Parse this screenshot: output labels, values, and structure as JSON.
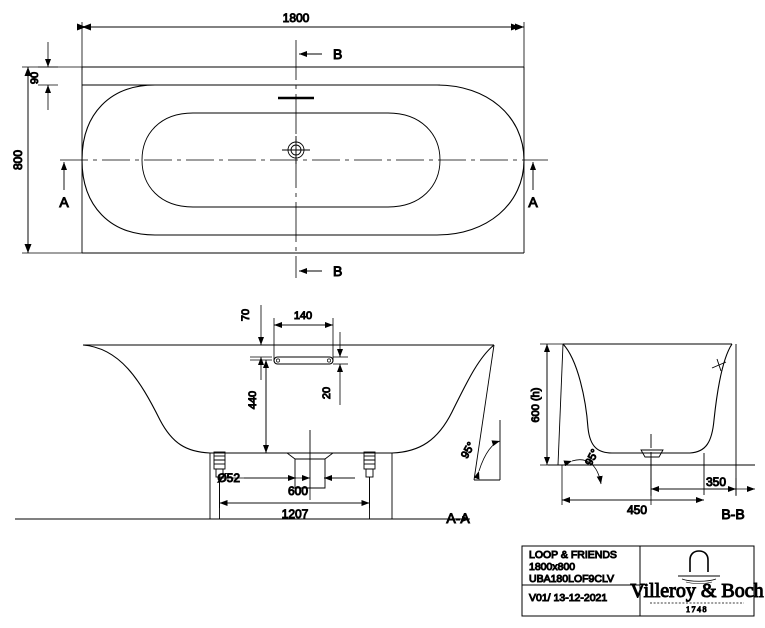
{
  "drawing": {
    "type": "technical-drawing",
    "subject": "bathtub",
    "product": "LOOP & FRIENDS",
    "views": [
      {
        "name": "plan-view",
        "label": ""
      },
      {
        "name": "section-a-a",
        "label": "A-A"
      },
      {
        "name": "section-b-b",
        "label": "B-B"
      }
    ]
  },
  "plan": {
    "dim_width": "1800",
    "dim_height": "800",
    "dim_rim": "90",
    "section_marker_a_left": "A",
    "section_marker_a_right": "A",
    "section_marker_b_top": "B",
    "section_marker_b_bottom": "B"
  },
  "section_aa": {
    "label": "A-A",
    "dim_overflow_top": "70",
    "dim_overflow_width": "140",
    "dim_overflow_height": "20",
    "dim_depth": "440",
    "dim_waste_dia": "Ø52",
    "dim_waste_offset": "600",
    "dim_feet_span": "1207",
    "dim_angle": "95°"
  },
  "section_bb": {
    "label": "B-B",
    "dim_height": "600 (h)",
    "dim_angle": "95°",
    "dim_center": "450",
    "dim_edge": "350"
  },
  "title_block": {
    "product_name": "LOOP & FRIENDS",
    "size": "1800x800",
    "article": "UBA180LOF9CLV",
    "revision": "V01/ 13-12-2021",
    "brand": "Villeroy & Boch",
    "brand_year": "1748"
  },
  "colors": {
    "line": "#000000",
    "background": "#ffffff"
  }
}
